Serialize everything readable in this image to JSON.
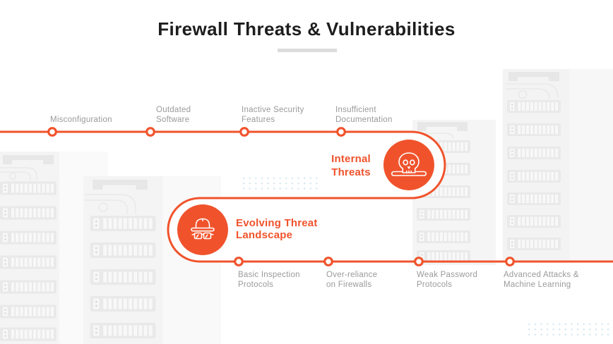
{
  "title": "Firewall Threats & Vulnerabilities",
  "top_track": {
    "items": [
      {
        "line1": "Misconfiguration",
        "line2": ""
      },
      {
        "line1": "Outdated",
        "line2": "Software"
      },
      {
        "line1": "Inactive Security",
        "line2": "Features"
      },
      {
        "line1": "Insufficient",
        "line2": "Documentation"
      }
    ]
  },
  "bottom_track": {
    "items": [
      {
        "line1": "Basic Inspection",
        "line2": "Protocols"
      },
      {
        "line1": "Over-reliance",
        "line2": "on Firewalls"
      },
      {
        "line1": "Weak Password",
        "line2": "Protocols"
      },
      {
        "line1": "Advanced Attacks &",
        "line2": "Machine Learning"
      }
    ]
  },
  "callouts": {
    "internal_threats": {
      "line1": "Internal",
      "line2": "Threats",
      "icon": "skull-crossbones-icon"
    },
    "evolving_threat": {
      "line1": "Evolving Threat",
      "line2": "Landscape",
      "icon": "spy-incognito-icon"
    }
  },
  "colors": {
    "accent_orange": "#F0532C",
    "label_gray": "#9A9A9A",
    "title_dark": "#1D1D1D",
    "divider_gray": "#DCDCDC",
    "rack_gray": "#E9E9E9",
    "rack_panel": "#F4F4F4",
    "dots_blue": "#D5E7F1"
  }
}
